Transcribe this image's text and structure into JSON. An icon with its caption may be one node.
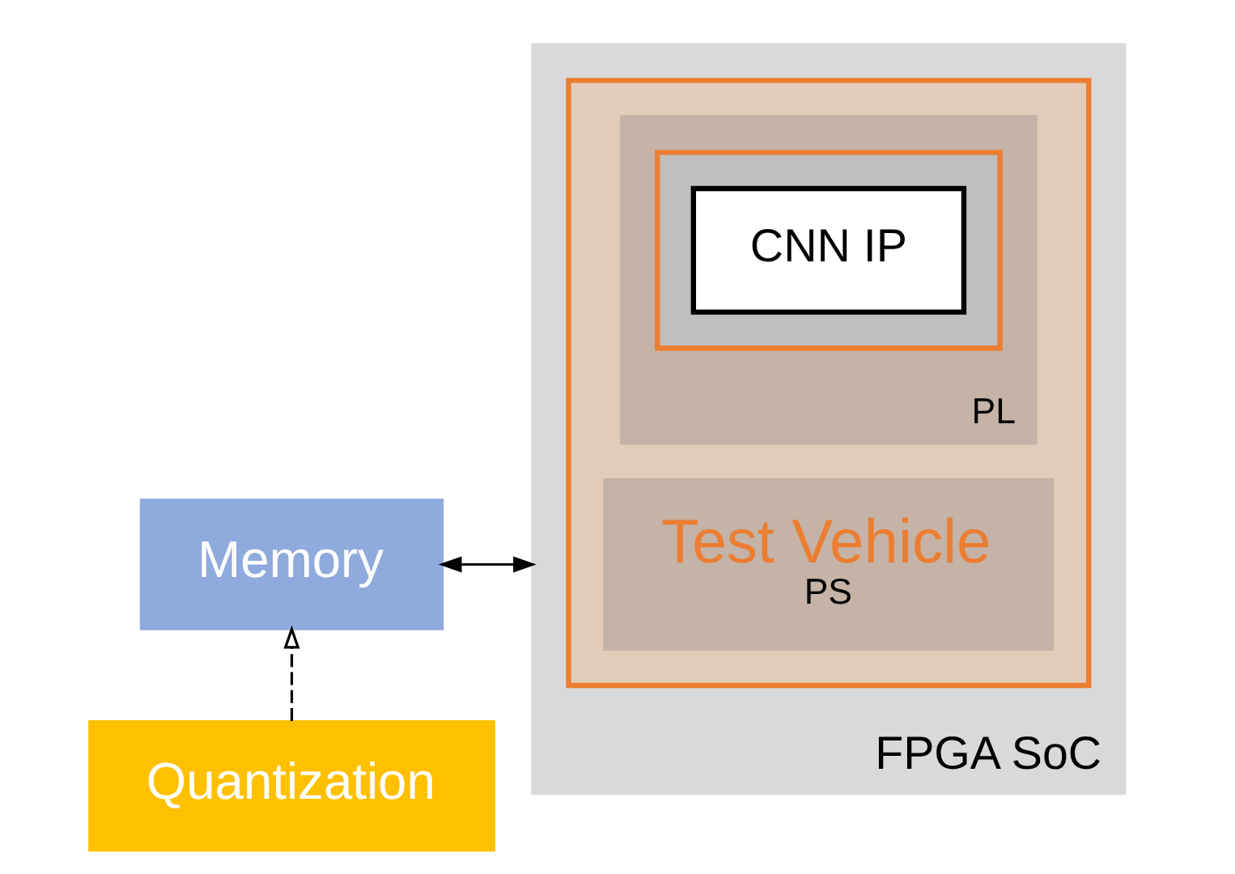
{
  "diagram": {
    "nodes": [
      {
        "text": [
          "FPGA SoC"
        ]
      },
      {
        "text": [],
        "shape": "box",
        "in": 0
      },
      {
        "text": [
          "Test Vehicle",
          "PS"
        ],
        "in": 1
      },
      {
        "text": [
          "PL"
        ],
        "in": 1
      },
      {
        "text": [],
        "shape": "box",
        "in": 3
      },
      {
        "text": [
          "CNN IP"
        ],
        "in": 4
      },
      {
        "text": [
          "Memory"
        ]
      },
      {
        "text": [
          "Quantization"
        ]
      }
    ],
    "edges": [
      {
        "from": 6,
        "to": 0,
        "arrow": "both"
      },
      {
        "from": 7,
        "to": 6,
        "arrow": "to",
        "style": "dashed"
      }
    ]
  }
}
